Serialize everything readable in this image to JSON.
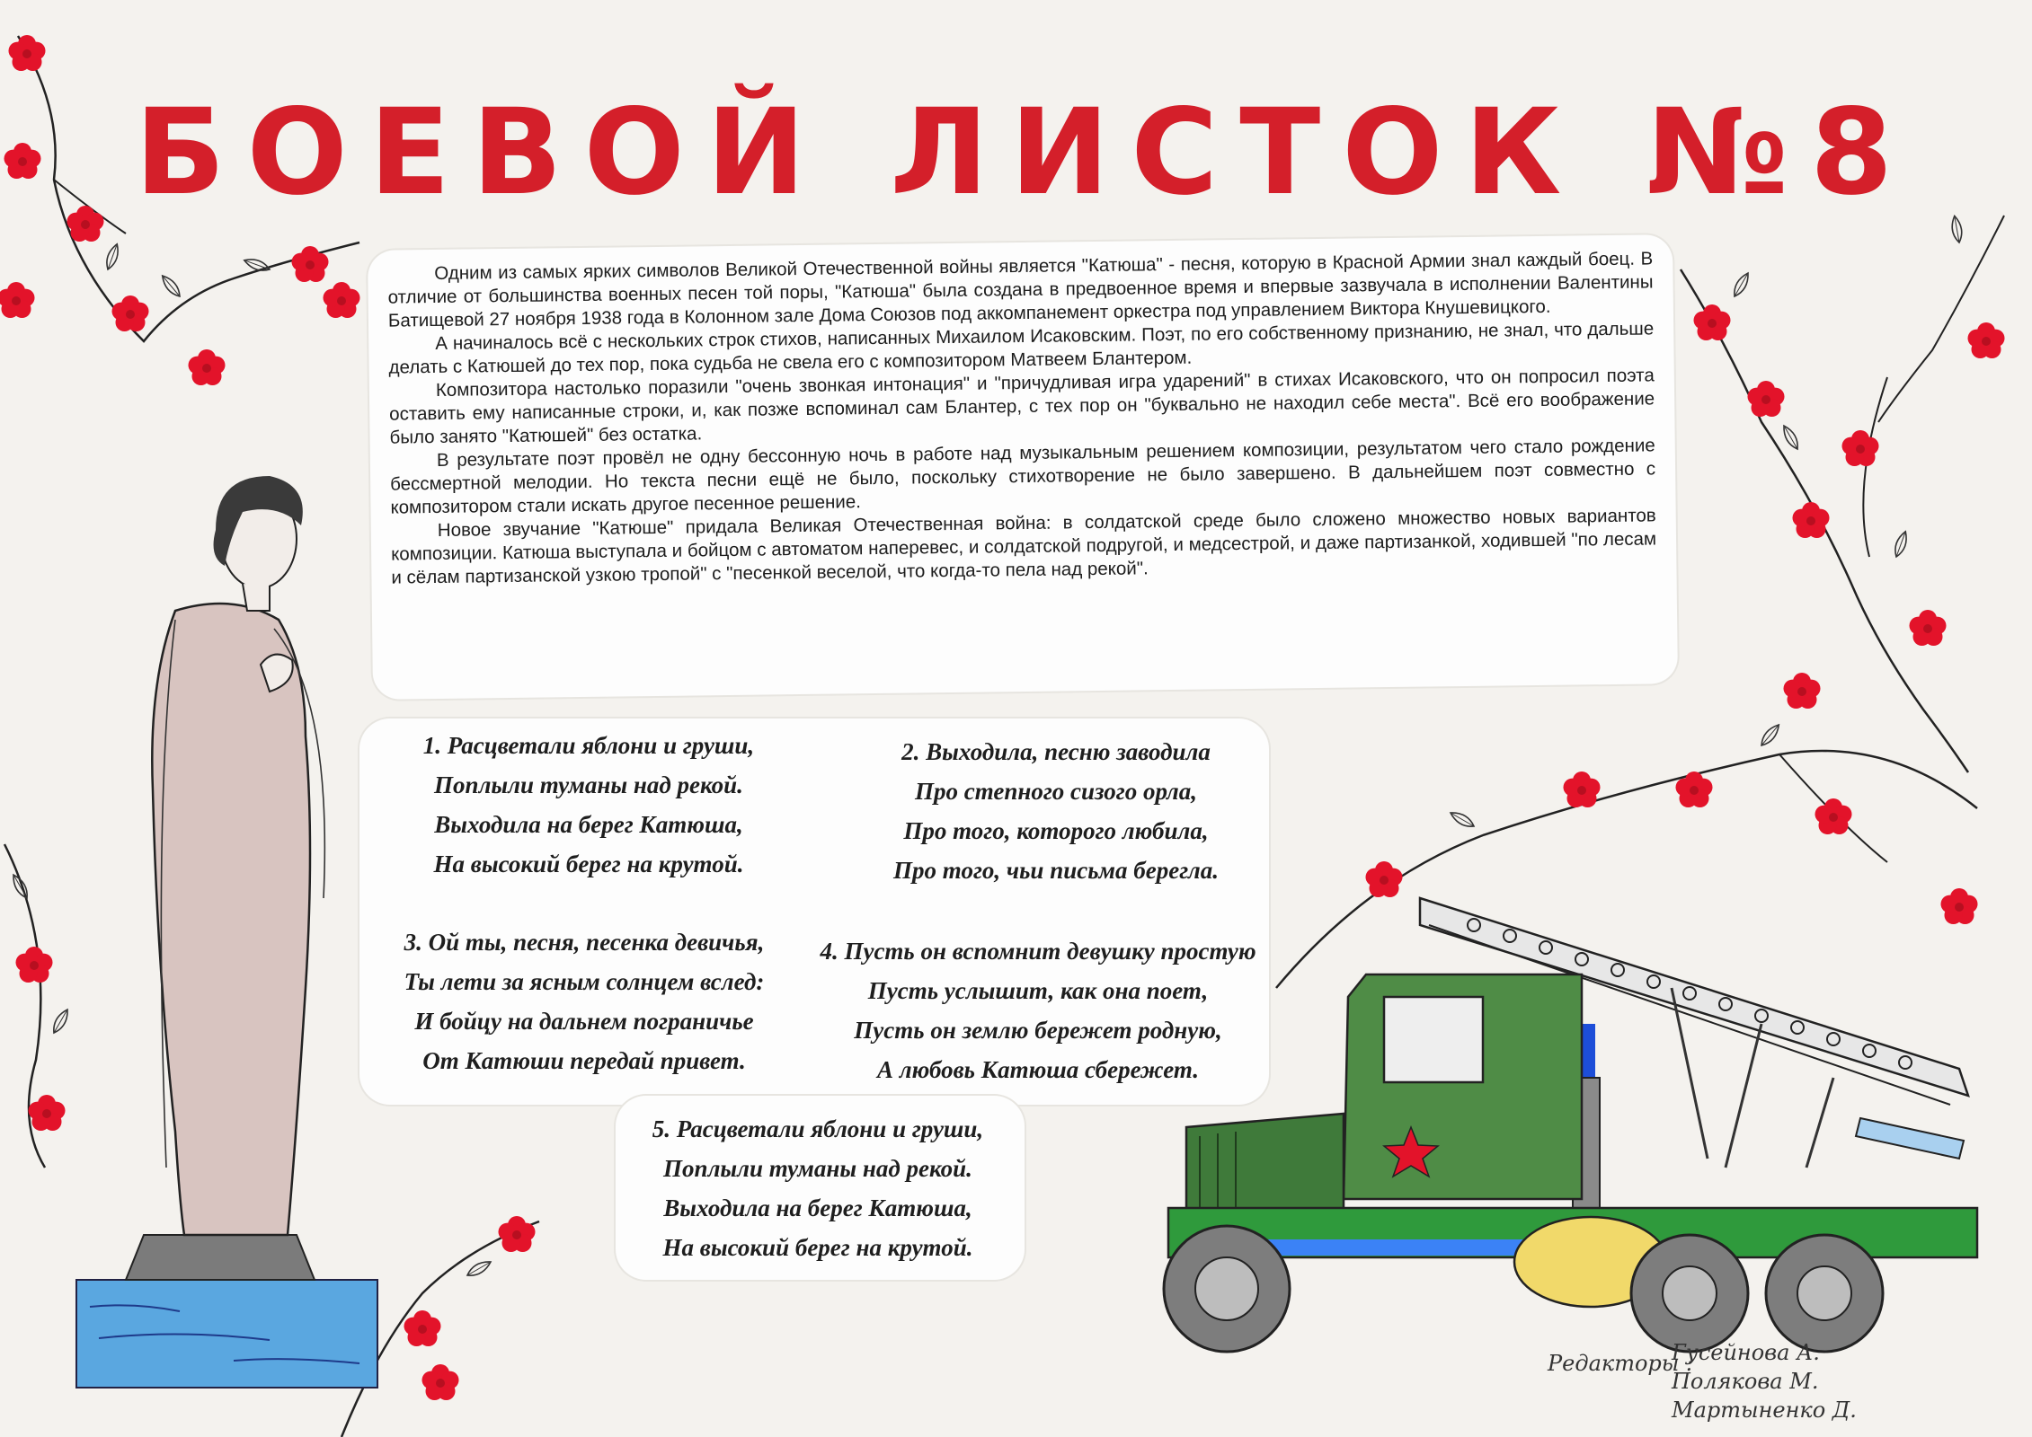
{
  "title": "БОЕВОЙ ЛИСТОК №8",
  "intro": {
    "paragraphs": [
      "Одним из самых ярких символов Великой Отечественной войны является \"Катюша\" - песня, которую в Красной Армии знал каждый боец. В отличие от большинства военных песен той поры, \"Катюша\" была создана в предвоенное время и впервые зазвучала в исполнении Валентины Батищевой 27 ноября 1938 года в Колонном зале Дома Союзов под аккомпанемент оркестра под управлением Виктора Кнушевицкого.",
      "А начиналось всё с нескольких строк стихов, написанных Михаилом Исаковским. Поэт, по его собственному признанию, не знал, что дальше делать с Катюшей до тех пор, пока судьба не свела его с композитором Матвеем Блантером.",
      "Композитора настолько поразили \"очень звонкая интонация\" и \"причудливая игра ударений\" в стихах Исаковского, что он попросил поэта оставить ему написанные строки, и, как позже вспоминал сам Блантер, с тех пор он \"буквально не находил себе места\". Всё его воображение было занято \"Катюшей\" без остатка.",
      "В результате поэт провёл не одну бессонную ночь в работе над музыкальным решением композиции, результатом чего стало рождение бессмертной мелодии. Но текста песни ещё не было, поскольку стихотворение не было завершено. В дальнейшем поэт совместно с композитором стали искать другое песенное решение.",
      "Новое звучание \"Катюше\" придала Великая Отечественная война: в солдатской среде было сложено множество новых вариантов композиции. Катюша выступала и бойцом с автоматом наперевес, и солдатской подругой, и медсестрой, и даже партизанкой, ходившей \"по лесам и сёлам партизанской узкою тропой\" с \"песенкой веселой, что когда-то пела над рекой\"."
    ]
  },
  "verses": [
    [
      "1. Расцветали яблони и груши,",
      "Поплыли туманы над рекой.",
      "Выходила на берег Катюша,",
      "На высокий берег на крутой."
    ],
    [
      "2. Выходила, песню заводила",
      "Про степного сизого орла,",
      "Про того, которого любила,",
      "Про того, чьи письма берегла."
    ],
    [
      "3. Ой ты, песня, песенка девичья,",
      "Ты лети за ясным солнцем вслед:",
      "И бойцу на дальнем пограничье",
      "От Катюши передай привет."
    ],
    [
      "4. Пусть он вспомнит девушку простую",
      "Пусть услышит, как она поет,",
      "Пусть он землю бережет родную,",
      "А любовь Катюша сбережет."
    ],
    [
      "5. Расцветали яблони и груши,",
      "Поплыли туманы над рекой.",
      "Выходила на берег Катюша,",
      "На высокий берег на крутой."
    ]
  ],
  "editors": {
    "label": "Редакторы :",
    "names": [
      "Гусейнова А.",
      "Полякова М.",
      "Мартыненко Д."
    ]
  },
  "colors": {
    "title_red": "#d41f2a",
    "flower_red": "#e3132a",
    "truck_green": "#3f7a3a"
  },
  "icons": [
    "flower-branch-icon",
    "woman-statue-illustration",
    "katyusha-truck-illustration",
    "red-star-icon"
  ]
}
